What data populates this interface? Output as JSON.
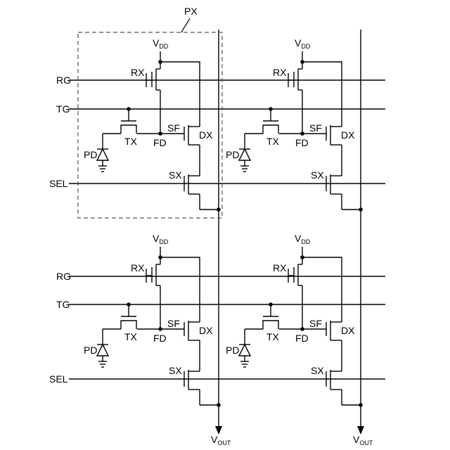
{
  "labels": {
    "px": "PX",
    "rg": "RG",
    "tg": "TG",
    "sel": "SEL",
    "vdd_main": "V",
    "vdd_sub": "DD",
    "rx": "RX",
    "tx": "TX",
    "sf": "SF",
    "fd": "FD",
    "dx": "DX",
    "sx": "SX",
    "pd": "PD",
    "vout_main": "V",
    "vout_sub": "OUT"
  }
}
